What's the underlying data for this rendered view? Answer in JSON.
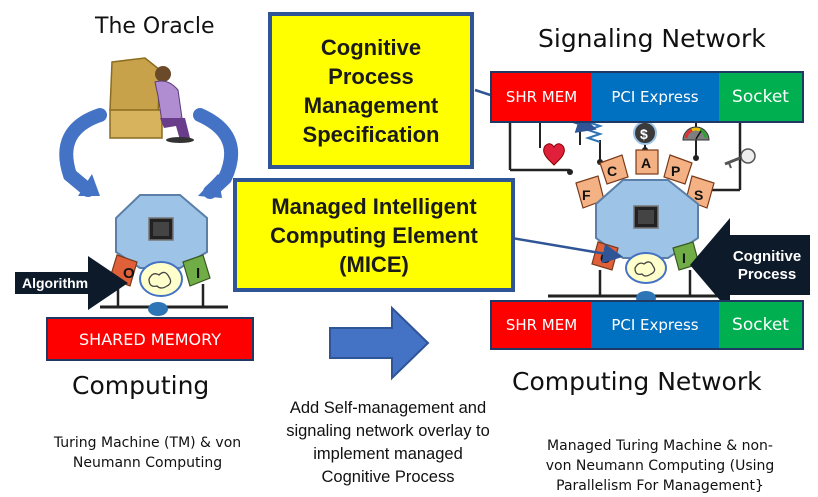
{
  "headings": {
    "oracle": "The Oracle",
    "signaling_network": "Signaling Network",
    "computing": "Computing",
    "computing_network": "Computing Network"
  },
  "callouts": {
    "cpms": "Cognitive\nProcess\nManagement\nSpecification",
    "mice": "Managed Intelligent\nComputing Element\n(MICE)"
  },
  "left": {
    "algorithm": "Algorithm",
    "shared_memory": "SHARED MEMORY",
    "port_o": "O",
    "port_i": "I"
  },
  "bus": {
    "shr_mem": "SHR MEM",
    "pci_express": "PCI Express",
    "socket": "Socket"
  },
  "right": {
    "cognitive_process": "Cognitive\nProcess",
    "ports": {
      "f": "F",
      "c": "C",
      "a": "A",
      "p": "P",
      "s": "S",
      "o": "O",
      "i": "I"
    }
  },
  "captions": {
    "left": "Turing  Machine (TM) & von\nNeumann  Computing",
    "middle": "Add Self-management and\nsignaling network overlay to\nimplement managed\nCognitive Process",
    "right": "Managed Turing Machine & non-\nvon Neumann  Computing  (Using\nParallelism For Management}"
  },
  "colors": {
    "shr_mem": "#ff0000",
    "pci_express": "#0070c0",
    "socket": "#00b050",
    "callout_fill": "#ffff00",
    "callout_border": "#2f5597",
    "arrow_blue": "#4472c4",
    "octagon": "#9dc3e6",
    "port_orange": "#f4b183",
    "port_red": "#e0603a",
    "port_green": "#70ad47"
  },
  "icons": [
    "oracle-figure-icon",
    "chip-icon",
    "brain-icon",
    "heart-icon",
    "spring-icon",
    "dollar-icon",
    "gauge-icon",
    "key-icon"
  ]
}
